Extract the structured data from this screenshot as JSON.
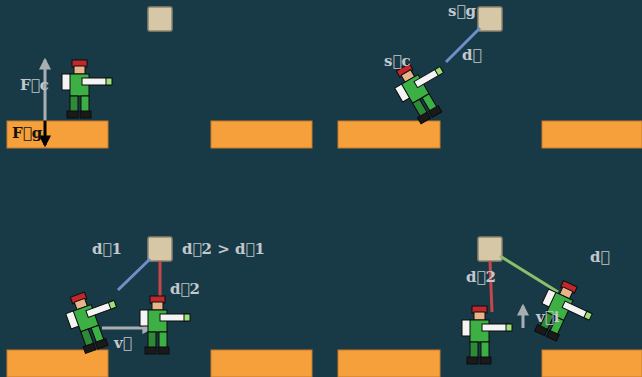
{
  "diagram": {
    "labels": [
      "F⃗c",
      "F⃗g",
      "s⃗g",
      "s⃗c",
      "d⃗",
      "d⃗1",
      "d⃗2 > d⃗1",
      "d⃗2",
      "v⃗",
      "d⃗2",
      "v⃗i",
      "d⃗"
    ]
  }
}
